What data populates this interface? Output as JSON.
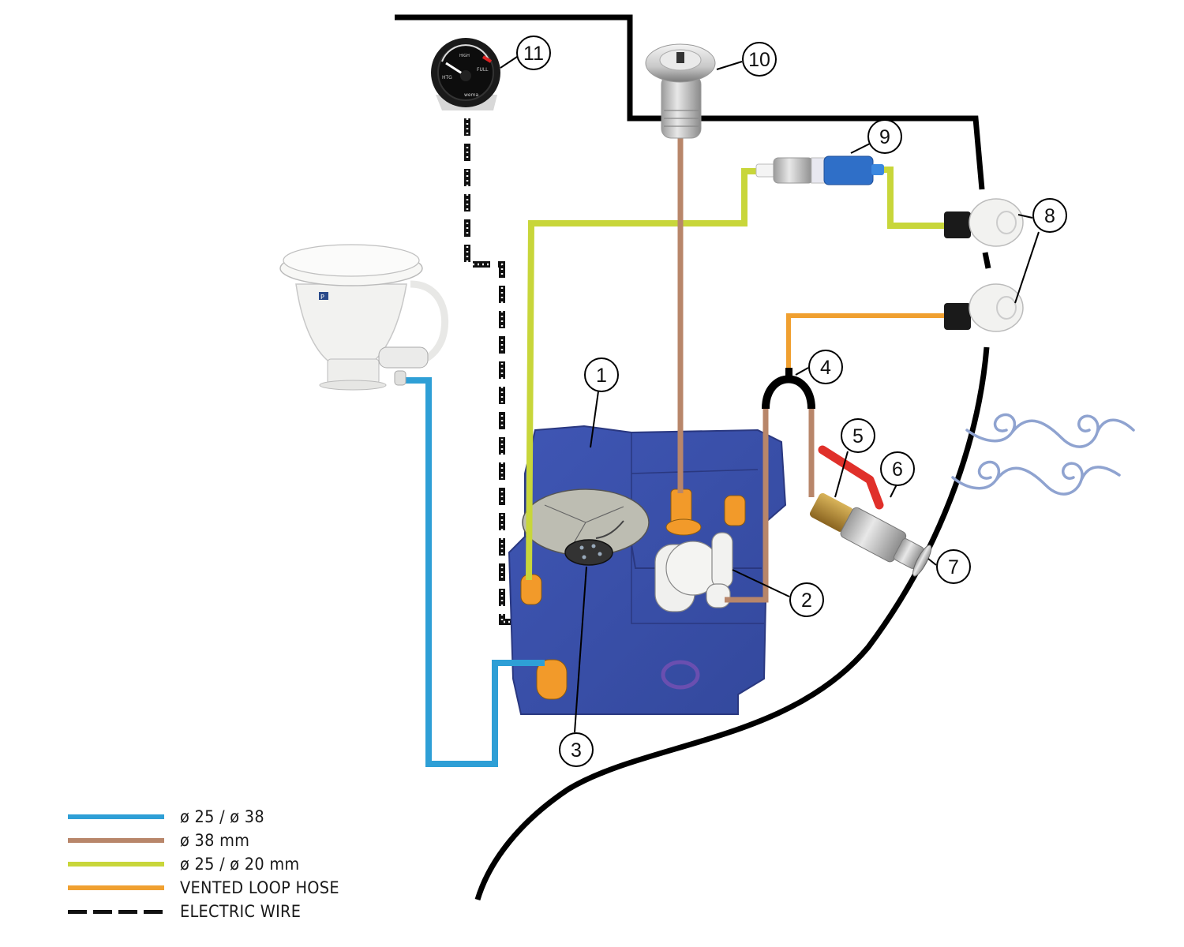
{
  "diagram": {
    "title": "Marine holding tank installation",
    "colors": {
      "hull": "#000000",
      "hose_blue": "#2e9fd6",
      "hose_brown": "#b8866a",
      "hose_green": "#c8d63a",
      "hose_orange": "#f0a030",
      "tank": "#3a4fa8",
      "waves": "#8fa3d0"
    },
    "components": [
      {
        "number": "1",
        "name": "holding-tank"
      },
      {
        "number": "2",
        "name": "pump-out-fitting"
      },
      {
        "number": "3",
        "name": "level-sensor"
      },
      {
        "number": "4",
        "name": "vented-loop"
      },
      {
        "number": "5",
        "name": "hose-tail"
      },
      {
        "number": "6",
        "name": "ball-valve"
      },
      {
        "number": "7",
        "name": "through-hull-fitting"
      },
      {
        "number": "8",
        "name": "vent-fittings"
      },
      {
        "number": "9",
        "name": "vent-filter"
      },
      {
        "number": "10",
        "name": "deck-fill-fitting"
      },
      {
        "number": "11",
        "name": "tank-level-gauge"
      }
    ],
    "gauge": {
      "labels": {
        "left": "HTG",
        "top": "HIGH",
        "right": "FULL",
        "brand": "wema"
      }
    },
    "toilet": {
      "brand": "P"
    }
  },
  "legend": [
    {
      "label": "ø 25 / ø 38",
      "color": "#2e9fd6",
      "style": "solid"
    },
    {
      "label": "ø 38 mm",
      "color": "#b8866a",
      "style": "solid"
    },
    {
      "label": "ø 25 / ø 20 mm",
      "color": "#c8d63a",
      "style": "solid"
    },
    {
      "label": "VENTED LOOP HOSE",
      "color": "#f0a030",
      "style": "solid"
    },
    {
      "label": "ELECTRIC WIRE",
      "color": "#111111",
      "style": "dashed"
    }
  ]
}
